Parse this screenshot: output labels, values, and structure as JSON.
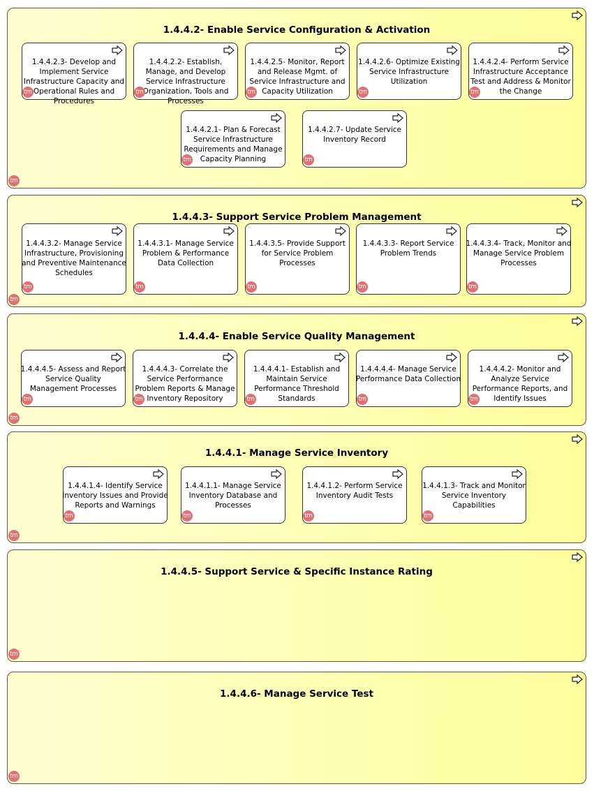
{
  "groups": [
    {
      "title": "1.4.4.2- Enable Service Configuration & Activation",
      "boxes": [
        "1.4.4.2.3- Develop and Implement Service Infrastructure Capacity and Operational Rules and Procedures",
        "1.4.4.2.2- Establish, Manage, and Develop Service Infrastructure Organization, Tools and Processes",
        "1.4.4.2.5- Monitor, Report and Release Mgmt. of Service Infrastructure and Capacity Utilization",
        "1.4.4.2.6- Optimize Existing Service Infrastructure Utilization",
        "1.4.4.2.4- Perform Service Infrastructure Acceptance Test and Address & Monitor the Change",
        "1.4.4.2.1- Plan & Forecast Service Infrastructure Requirements and Manage Capacity Planning",
        "1.4.4.2.7- Update Service Inventory Record"
      ]
    },
    {
      "title": "1.4.4.3- Support Service Problem Management",
      "boxes": [
        "1.4.4.3.2- Manage Service Infrastructure, Provisioning and Preventive Maintenance Schedules",
        "1.4.4.3.1- Manage Service Problem & Performance Data Collection",
        "1.4.4.3.5- Provide Support for Service Problem Processes",
        "1.4.4.3.3- Report Service Problem Trends",
        "1.4.4.3.4- Track, Monitor and Manage Service Problem Processes"
      ]
    },
    {
      "title": "1.4.4.4- Enable Service Quality Management",
      "boxes": [
        "1.4.4.4.5- Assess and Report Service Quality Management Processes",
        "1.4.4.4.3- Correlate the Service Performance Problem Reports & Manage Inventory Repository",
        "1.4.4.4.1- Establish and Maintain Service Performance Threshold Standards",
        "1.4.4.4.4- Manage Service Performance Data Collection",
        "1.4.4.4.2- Monitor and Analyze Service Performance Reports, and Identify Issues"
      ]
    },
    {
      "title": "1.4.4.1- Manage Service Inventory",
      "boxes": [
        "1.4.4.1.4- Identify Service Inventory Issues and Provide Reports and Warnings",
        "1.4.4.1.1- Manage Service Inventory Database and Processes",
        "1.4.4.1.2- Perform Service Inventory Audit Tests",
        "1.4.4.1.3- Track and Monitor Service Inventory Capabilities"
      ]
    },
    {
      "title": "1.4.4.5- Support Service & Specific Instance Rating",
      "boxes": []
    },
    {
      "title": "1.4.4.6- Manage Service Test",
      "boxes": []
    }
  ],
  "tm_badge": "tm",
  "icons": {
    "corner": "arrow-right-icon",
    "badge": "tm-logo-icon",
    "badge_color": "#e27070"
  }
}
